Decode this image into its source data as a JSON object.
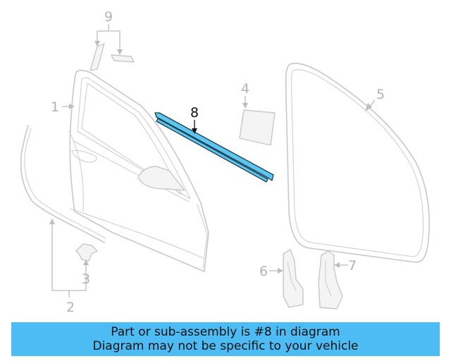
{
  "diagram": {
    "highlighted_part": "8",
    "callouts": [
      {
        "id": "1",
        "label": "1"
      },
      {
        "id": "2",
        "label": "2"
      },
      {
        "id": "3",
        "label": "3"
      },
      {
        "id": "4",
        "label": "4"
      },
      {
        "id": "5",
        "label": "5"
      },
      {
        "id": "6",
        "label": "6"
      },
      {
        "id": "7",
        "label": "7"
      },
      {
        "id": "8",
        "label": "8"
      },
      {
        "id": "9",
        "label": "9"
      }
    ],
    "colors": {
      "highlight": "#5cc6ef",
      "outline": "#c8c8c8",
      "banner": "#4dbcf4"
    }
  },
  "banner": {
    "line1": "Part or sub-assembly is #8 in diagram",
    "line2": "Diagram may not be specific to your vehicle"
  }
}
